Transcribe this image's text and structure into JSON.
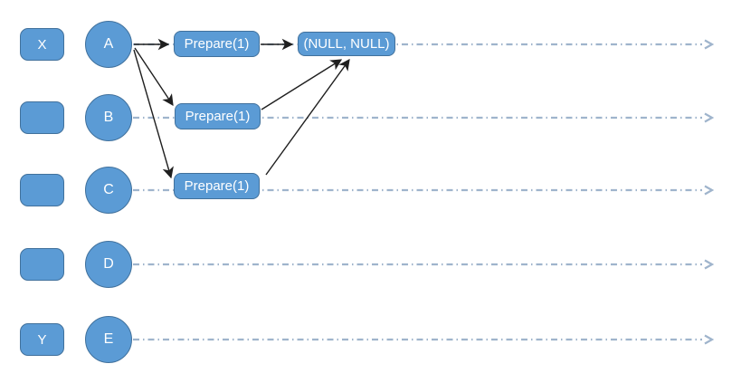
{
  "diagram": {
    "colors": {
      "shape_fill": "#5B9BD5",
      "shape_border": "#41719C",
      "label_text": "#FFFFFF",
      "timeline": "#9FB4CC",
      "arrow": "#1F1F1F"
    },
    "rows": [
      {
        "left_label": "X",
        "node_label": "A"
      },
      {
        "left_label": "",
        "node_label": "B"
      },
      {
        "left_label": "",
        "node_label": "C"
      },
      {
        "left_label": "",
        "node_label": "D"
      },
      {
        "left_label": "Y",
        "node_label": "E"
      }
    ],
    "process_boxes": [
      {
        "lane": "A",
        "label": "Prepare(1)"
      },
      {
        "lane": "B",
        "label": "Prepare(1)"
      },
      {
        "lane": "C",
        "label": "Prepare(1)"
      }
    ],
    "result_box": {
      "label": "(NULL, NULL)"
    },
    "edges": [
      {
        "from": "A",
        "to": "Prepare(1)-lane-A"
      },
      {
        "from": "Prepare(1)-lane-A",
        "to": "(NULL, NULL)"
      },
      {
        "from": "A",
        "to": "Prepare(1)-lane-B"
      },
      {
        "from": "A",
        "to": "Prepare(1)-lane-C"
      },
      {
        "from": "Prepare(1)-lane-B",
        "to": "(NULL, NULL)"
      },
      {
        "from": "Prepare(1)-lane-C",
        "to": "(NULL, NULL)"
      }
    ],
    "timelines": {
      "count": 5,
      "style": "dash-dot",
      "end": "open-arrowhead"
    }
  }
}
